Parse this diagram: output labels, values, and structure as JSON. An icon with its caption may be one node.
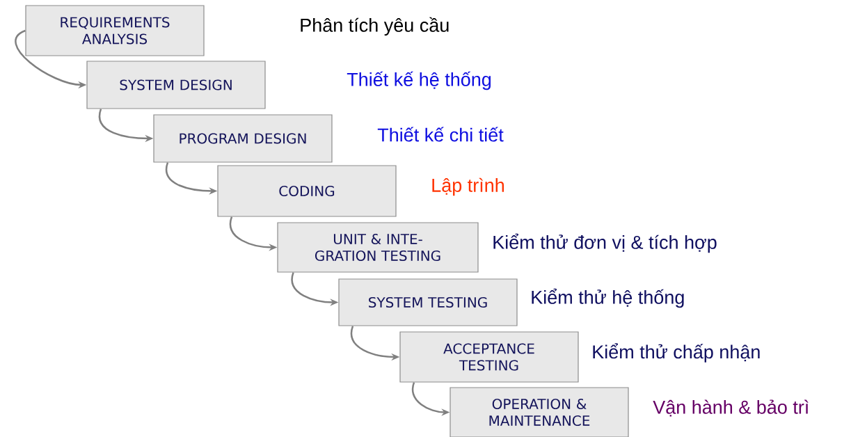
{
  "diagram": {
    "nodes": [
      {
        "text": [
          "REQUIREMENTS ANALYSIS"
        ]
      },
      {
        "text": [
          "SYSTEM DESIGN"
        ]
      },
      {
        "text": [
          "PROGRAM DESIGN"
        ]
      },
      {
        "text": [
          "CODING"
        ]
      },
      {
        "text": [
          "UNIT & INTE- GRATION TESTING"
        ]
      },
      {
        "text": [
          "SYSTEM TESTING"
        ]
      },
      {
        "text": [
          "ACCEPTANCE TESTING"
        ]
      },
      {
        "text": [
          "OPERATION & MAINTENANCE"
        ]
      }
    ],
    "edges": [
      {
        "from": 0,
        "to": 1,
        "arrow": "to"
      },
      {
        "from": 1,
        "to": 2,
        "arrow": "to"
      },
      {
        "from": 2,
        "to": 3,
        "arrow": "to"
      },
      {
        "from": 3,
        "to": 4,
        "arrow": "to"
      },
      {
        "from": 4,
        "to": 5,
        "arrow": "to"
      },
      {
        "from": 5,
        "to": 6,
        "arrow": "to"
      },
      {
        "from": 6,
        "to": 7,
        "arrow": "to"
      }
    ],
    "labels": [
      "Phân tích yêu cầu",
      "Thiết kế hệ thống",
      "Thiết kế chi tiết",
      "Lập trình",
      "Kiểm thử đơn vị & tích hợp",
      "Kiểm thử hệ thống",
      "Kiểm thử chấp nhận",
      "Vận hành & bảo trì"
    ]
  }
}
